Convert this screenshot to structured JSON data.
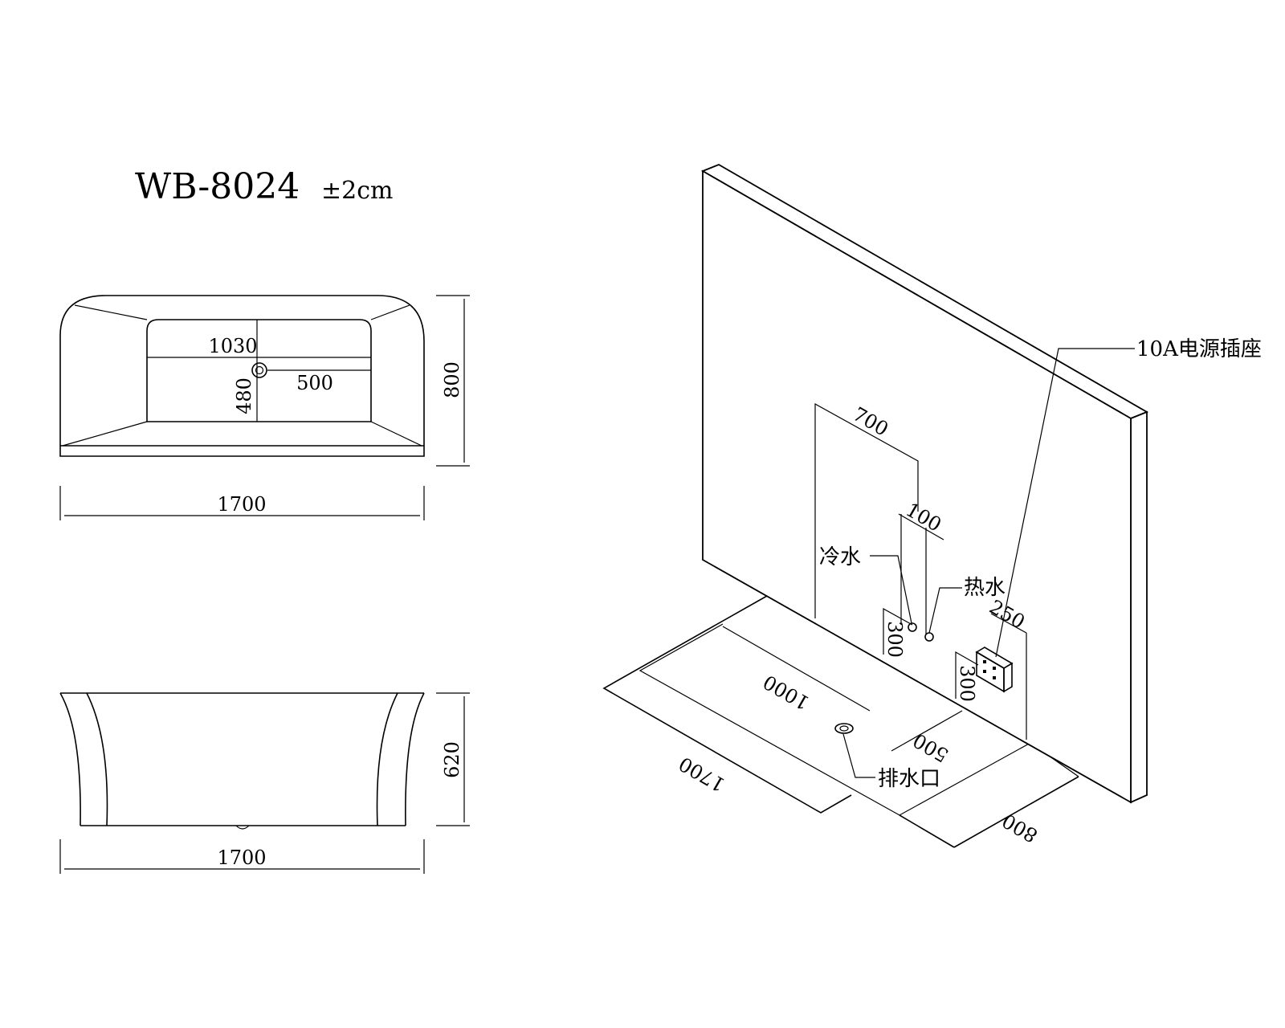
{
  "header": {
    "model": "WB-8024",
    "tolerance": "±2cm"
  },
  "top_view": {
    "inner_length": "1030",
    "drain_offset": "500",
    "drain_depth": "480",
    "width": "800",
    "length": "1700"
  },
  "side_view": {
    "height": "620",
    "length": "1700"
  },
  "install_view": {
    "wall_to_taps": "700",
    "tap_spacing": "100",
    "cold_water": "冷水",
    "hot_water": "热水",
    "tap_height": "300",
    "socket_offset": "250",
    "socket_height": "300",
    "socket_label": "10A电源插座",
    "drain_distance": "1000",
    "drain_side": "500",
    "floor_length": "1700",
    "floor_width": "800",
    "drain_label": "排水口"
  }
}
